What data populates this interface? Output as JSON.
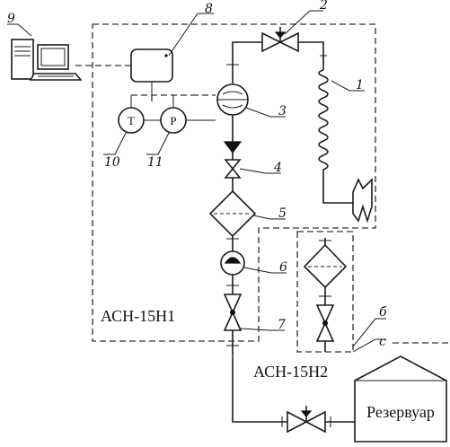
{
  "labels": {
    "unit_h1": "АСН-15Н1",
    "unit_h2": "АСН-15Н2",
    "reservoir": "Резервуар",
    "gauge_t": "T",
    "gauge_p": "P"
  },
  "callouts": {
    "n1": "1",
    "n2": "2",
    "n3": "3",
    "n4": "4",
    "n5": "5",
    "n6": "6",
    "n7": "7",
    "n8": "8",
    "n9": "9",
    "n10": "10",
    "n11": "11",
    "cut_upper": "б",
    "cut_lower": "с"
  }
}
